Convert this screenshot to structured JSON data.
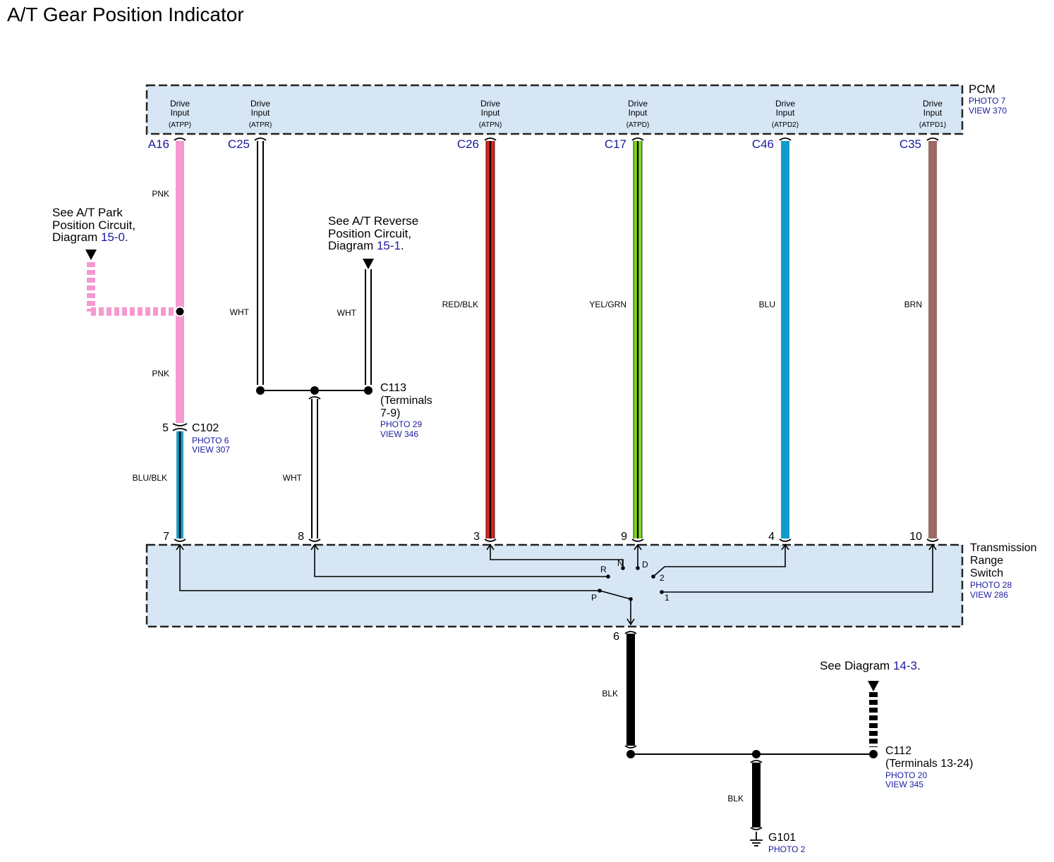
{
  "title": "A/T Gear Position Indicator",
  "pcm": {
    "name": "PCM",
    "photo": "PHOTO 7",
    "view": "VIEW 370",
    "inputs": [
      {
        "line1": "Drive",
        "line2": "Input",
        "signal": "(ATPP)",
        "pin": "A16"
      },
      {
        "line1": "Drive",
        "line2": "Input",
        "signal": "(ATPR)",
        "pin": "C25"
      },
      {
        "line1": "Drive",
        "line2": "Input",
        "signal": "(ATPN)",
        "pin": "C26"
      },
      {
        "line1": "Drive",
        "line2": "Input",
        "signal": "(ATPD)",
        "pin": "C17"
      },
      {
        "line1": "Drive",
        "line2": "Input",
        "signal": "(ATPD2)",
        "pin": "C46"
      },
      {
        "line1": "Drive",
        "line2": "Input",
        "signal": "(ATPD1)",
        "pin": "C35"
      }
    ]
  },
  "wires": {
    "pnk_upper": "PNK",
    "pnk_lower": "PNK",
    "blu_blk": "BLU/BLK",
    "wht_c25": "WHT",
    "wht_reverse": "WHT",
    "wht_lower": "WHT",
    "red_blk": "RED/BLK",
    "yel_grn": "YEL/GRN",
    "blu": "BLU",
    "brn": "BRN",
    "blk_upper": "BLK",
    "blk_lower": "BLK"
  },
  "wire_colors": {
    "pnk": "#f59ad0",
    "blu_blk": "#1f9fc4",
    "red": "#e2231a",
    "yel_grn": "#7fd320",
    "blu": "#0f9ccc",
    "brn": "#9a6a66",
    "box_fill": "#d6e6f5"
  },
  "park_ref": {
    "line1": "See A/T Park",
    "line2": "Position Circuit,",
    "line3_prefix": "Diagram ",
    "link": "15-0",
    "suffix": "."
  },
  "reverse_ref": {
    "line1": "See A/T Reverse",
    "line2": "Position Circuit,",
    "line3_prefix": "Diagram ",
    "link": "15-1",
    "suffix": "."
  },
  "c113": {
    "name": "C113",
    "line2": "(Terminals",
    "line3": "7-9)",
    "photo": "PHOTO 29",
    "view": "VIEW 346"
  },
  "c102": {
    "name": "C102",
    "photo": "PHOTO 6",
    "view": "VIEW 307",
    "pin": "5"
  },
  "trs": {
    "line1": "Transmission",
    "line2": "Range",
    "line3": "Switch",
    "photo": "PHOTO 28",
    "view": "VIEW 286",
    "pins": [
      "7",
      "8",
      "3",
      "9",
      "4",
      "10"
    ],
    "ground_pin": "6",
    "positions": {
      "r": "R",
      "n": "N",
      "d": "D",
      "two": "2",
      "p": "P",
      "one": "1"
    }
  },
  "diagram_ref": {
    "prefix": "See Diagram ",
    "link": "14-3",
    "suffix": "."
  },
  "c112": {
    "name": "C112",
    "line2": "(Terminals 13-24)",
    "photo": "PHOTO 20",
    "view": "VIEW 345"
  },
  "g101": {
    "name": "G101",
    "photo": "PHOTO 2"
  }
}
